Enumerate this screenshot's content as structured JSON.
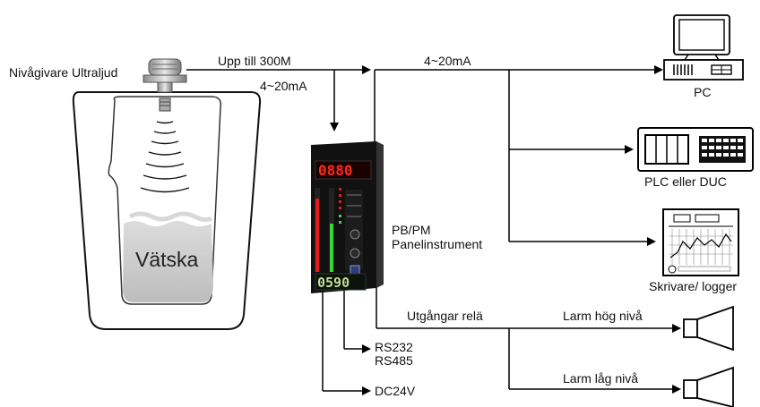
{
  "labels": {
    "sensor": "Nivågivare Ultraljud",
    "range": "Upp till 300M",
    "signal_left": "4~20mA",
    "signal_top": "4~20mA",
    "liquid": "Vätska",
    "panel_line1": "PB/PM",
    "panel_line2": "Panelinstrument",
    "pc": "PC",
    "plc": "PLC eller DUC",
    "logger": "Skrivare/ logger",
    "relay": "Utgångar relä",
    "alarm_high": "Larm hög nivå",
    "alarm_low": "Larm låg nivå",
    "rs232": "RS232",
    "rs485": "RS485",
    "power": "DC24V"
  },
  "instrument": {
    "display_top": "0880",
    "display_bottom": "0590"
  },
  "icons": [
    "ultrasonic-sensor-icon",
    "tank-icon",
    "panel-instrument-icon",
    "pc-icon",
    "plc-icon",
    "chart-recorder-icon",
    "horn-speaker-icon"
  ]
}
